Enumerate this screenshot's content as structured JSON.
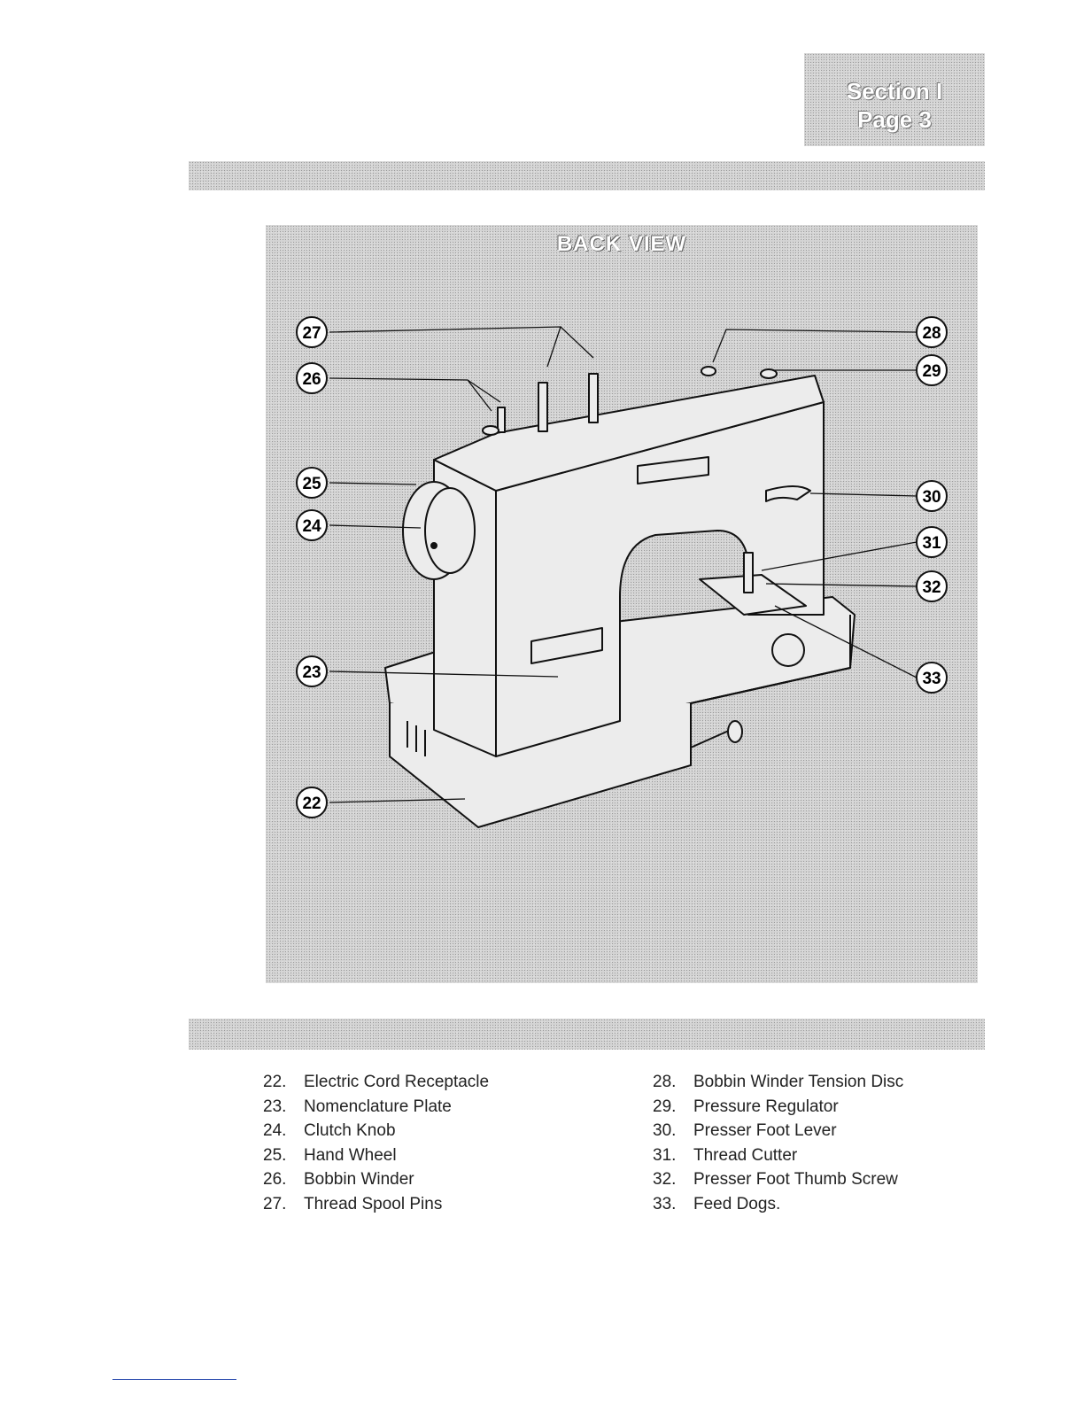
{
  "header": {
    "section": "Section I",
    "page": "Page 3"
  },
  "figure": {
    "title": "BACK VIEW",
    "callouts_left": [
      "27",
      "26",
      "25",
      "24",
      "23",
      "22"
    ],
    "callouts_right": [
      "28",
      "29",
      "30",
      "31",
      "32",
      "33"
    ]
  },
  "legend": {
    "left": [
      {
        "num": "22.",
        "label": "Electric Cord Receptacle"
      },
      {
        "num": "23.",
        "label": "Nomenclature Plate"
      },
      {
        "num": "24.",
        "label": "Clutch Knob"
      },
      {
        "num": "25.",
        "label": "Hand Wheel"
      },
      {
        "num": "26.",
        "label": "Bobbin Winder"
      },
      {
        "num": "27.",
        "label": "Thread Spool Pins"
      }
    ],
    "right": [
      {
        "num": "28.",
        "label": "Bobbin Winder Tension Disc"
      },
      {
        "num": "29.",
        "label": "Pressure Regulator"
      },
      {
        "num": "30.",
        "label": "Presser Foot Lever"
      },
      {
        "num": "31.",
        "label": "Thread Cutter"
      },
      {
        "num": "32.",
        "label": "Presser Foot Thumb Screw"
      },
      {
        "num": "33.",
        "label": "Feed Dogs."
      }
    ]
  }
}
